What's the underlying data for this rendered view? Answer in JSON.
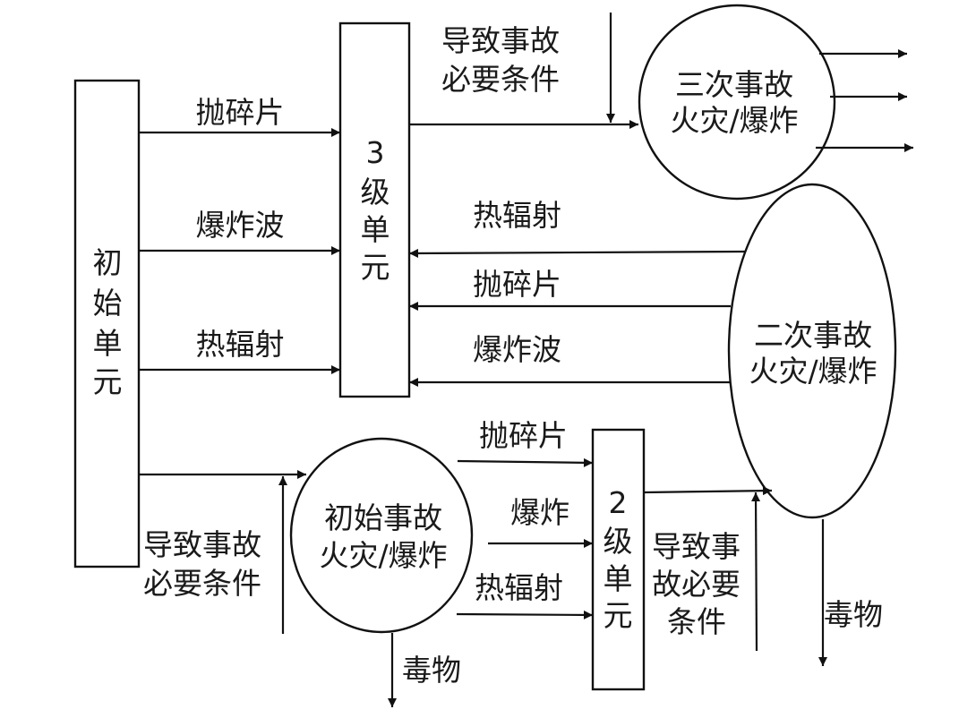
{
  "diagram": {
    "title": "",
    "nodes": {
      "initial_unit": {
        "label_lines": [
          "初",
          "始",
          "单",
          "元"
        ]
      },
      "level3_unit": {
        "label_lines": [
          "3",
          "级",
          "单",
          "元"
        ]
      },
      "level2_unit": {
        "label_lines": [
          "2",
          "级",
          "单",
          "元"
        ]
      },
      "tertiary_accident": {
        "label_lines": [
          "三次事故",
          "火灾/爆炸"
        ]
      },
      "secondary_accident": {
        "label_lines": [
          "二次事故",
          "火灾/爆炸"
        ]
      },
      "initial_accident": {
        "label_lines": [
          "初始事故",
          "火灾/爆炸"
        ]
      }
    },
    "edge_labels": {
      "init_to_l3_fragments": "抛碎片",
      "init_to_l3_blast": "爆炸波",
      "init_to_l3_heat": "热辐射",
      "l3_condition": [
        "导致事故",
        "必要条件"
      ],
      "sec_to_l3_heat": "热辐射",
      "sec_to_l3_fragments": "抛碎片",
      "sec_to_l3_blast": "爆炸波",
      "init_condition": [
        "导致事故",
        "必要条件"
      ],
      "ia_to_l2_fragments": "抛碎片",
      "ia_to_l2_explosion": "爆炸",
      "ia_to_l2_heat": "热辐射",
      "l2_condition": [
        "导致事",
        "故必要",
        "条件"
      ],
      "ia_toxic": "毒物",
      "sec_toxic": "毒物"
    }
  }
}
